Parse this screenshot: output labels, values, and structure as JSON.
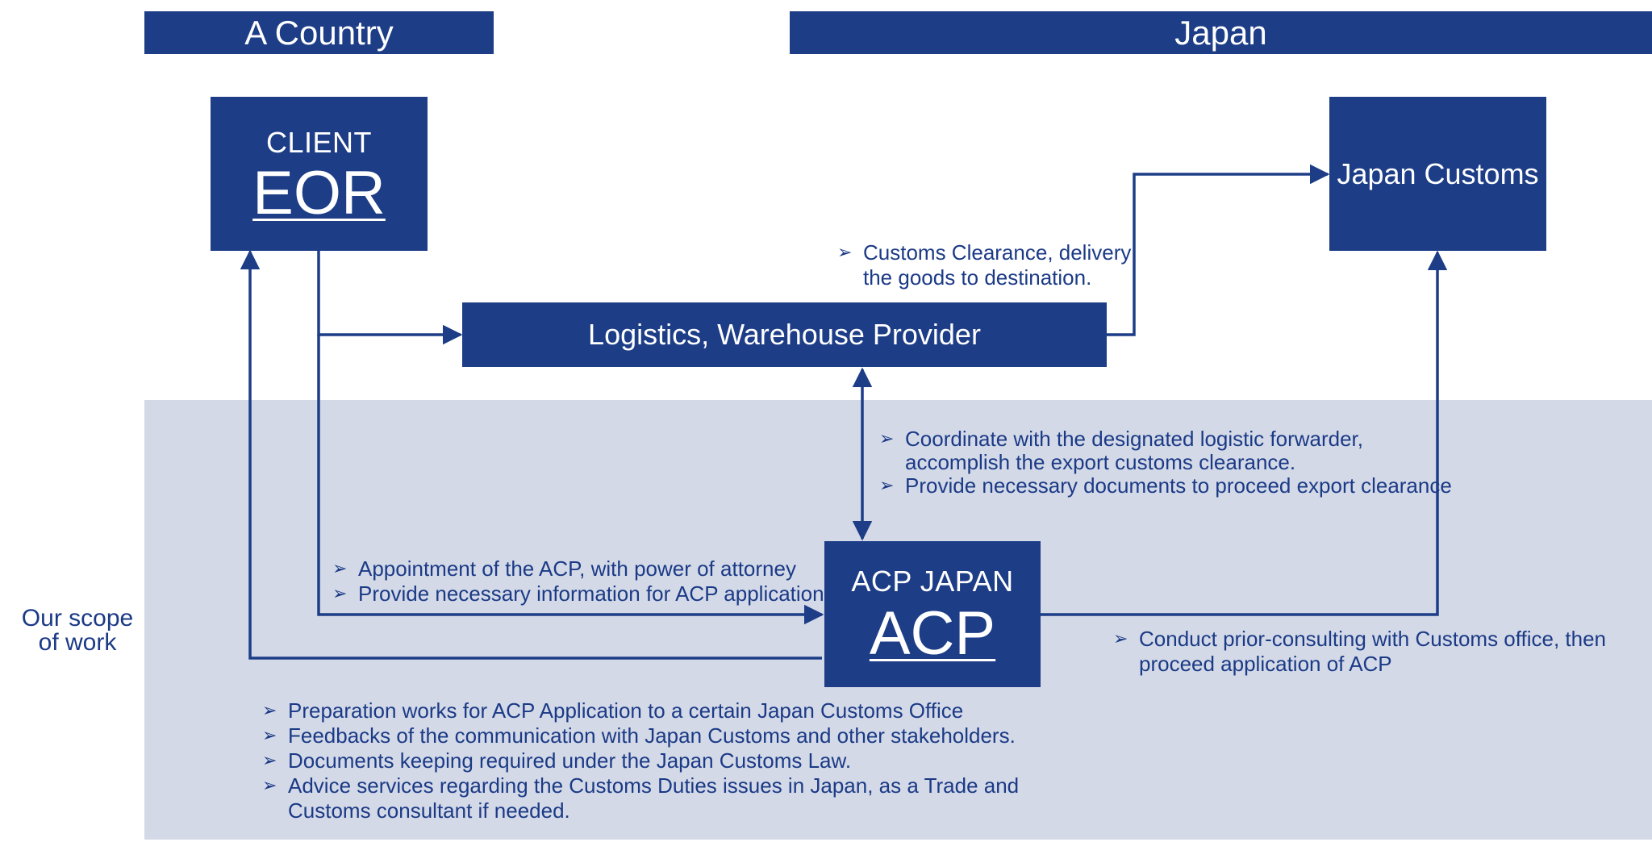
{
  "colors": {
    "header": "#1d3d87",
    "box": "#1d3d87",
    "line": "#1d3d87",
    "scope_background": "#d3d9e7",
    "text": "#1b3a86"
  },
  "headers": {
    "a_country": "A Country",
    "japan": "Japan"
  },
  "boxes": {
    "client": {
      "sub": "CLIENT",
      "main": "EOR"
    },
    "logistics": {
      "label": "Logistics, Warehouse Provider"
    },
    "japan_customs": {
      "label": "Japan Customs"
    },
    "acp_japan": {
      "sub": "ACP JAPAN",
      "main": "ACP"
    }
  },
  "scope_label": {
    "line1": "Our scope",
    "line2": "of work"
  },
  "notes": {
    "customs_clearance": [
      "Customs Clearance, delivery",
      "the goods to destination."
    ],
    "coordinate": [
      "Coordinate with the designated logistic forwarder,",
      "accomplish the export customs clearance."
    ],
    "documents": "Provide necessary documents to proceed export clearance",
    "appointment": [
      "Appointment of the ACP, with power of attorney",
      "Provide necessary information for ACP application"
    ],
    "prior_consulting": [
      "Conduct prior-consulting with Customs office, then",
      "proceed application of ACP"
    ],
    "scope_items": [
      "Preparation works for ACP Application to a certain Japan Customs Office",
      "Feedbacks of the communication with Japan Customs and other stakeholders.",
      "Documents keeping required under the Japan Customs Law.",
      "Advice services regarding the Customs Duties issues in Japan, as a Trade and",
      "Customs consultant if needed."
    ]
  }
}
